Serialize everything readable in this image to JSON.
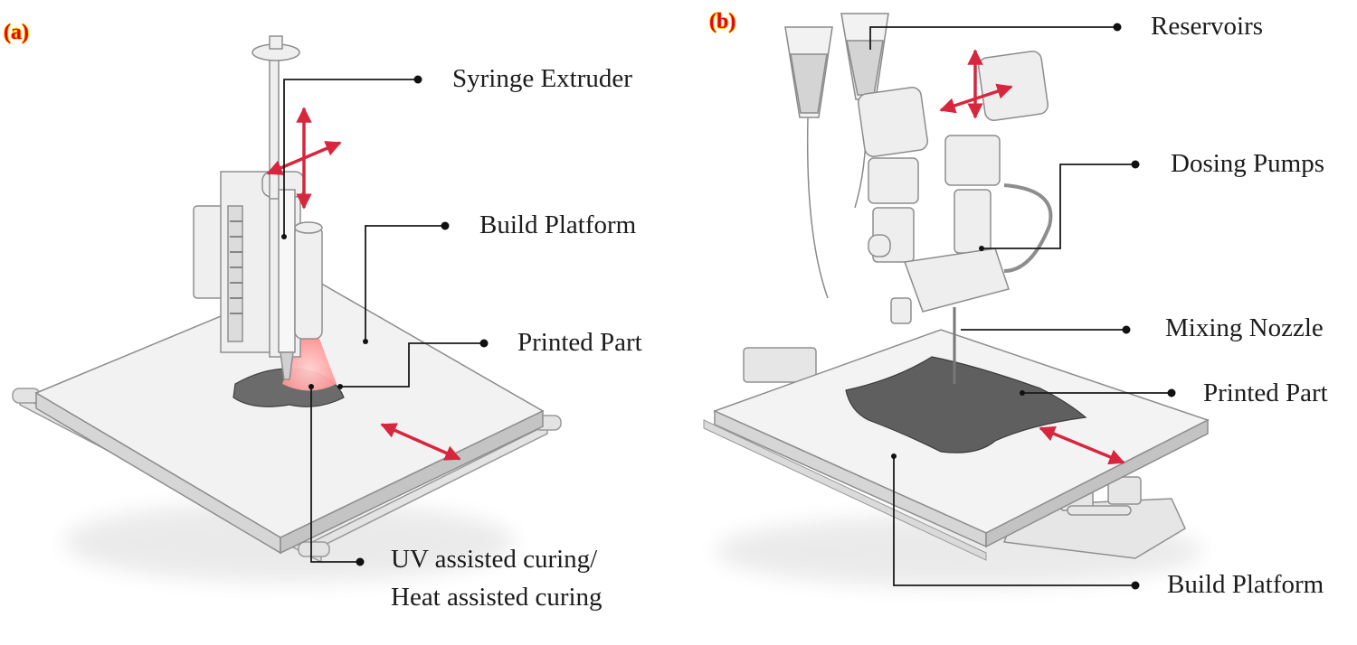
{
  "panel_a": {
    "letter": "(a)",
    "labels": {
      "syringe_extruder": "Syringe Extruder",
      "build_platform": "Build Platform",
      "printed_part": "Printed Part",
      "curing_line1": "UV assisted curing/",
      "curing_line2": "Heat assisted curing"
    }
  },
  "panel_b": {
    "letter": "(b)",
    "labels": {
      "reservoirs": "Reservoirs",
      "dosing_pumps": "Dosing Pumps",
      "mixing_nozzle": "Mixing Nozzle",
      "printed_part": "Printed Part",
      "build_platform": "Build Platform"
    }
  },
  "colors": {
    "arrow": "#d7263d",
    "leader": "#1a1a1a",
    "platform": "#ececec",
    "part": "#595959",
    "uv_glow": "#ff9a9a",
    "panel_letter": "#e8001c"
  }
}
